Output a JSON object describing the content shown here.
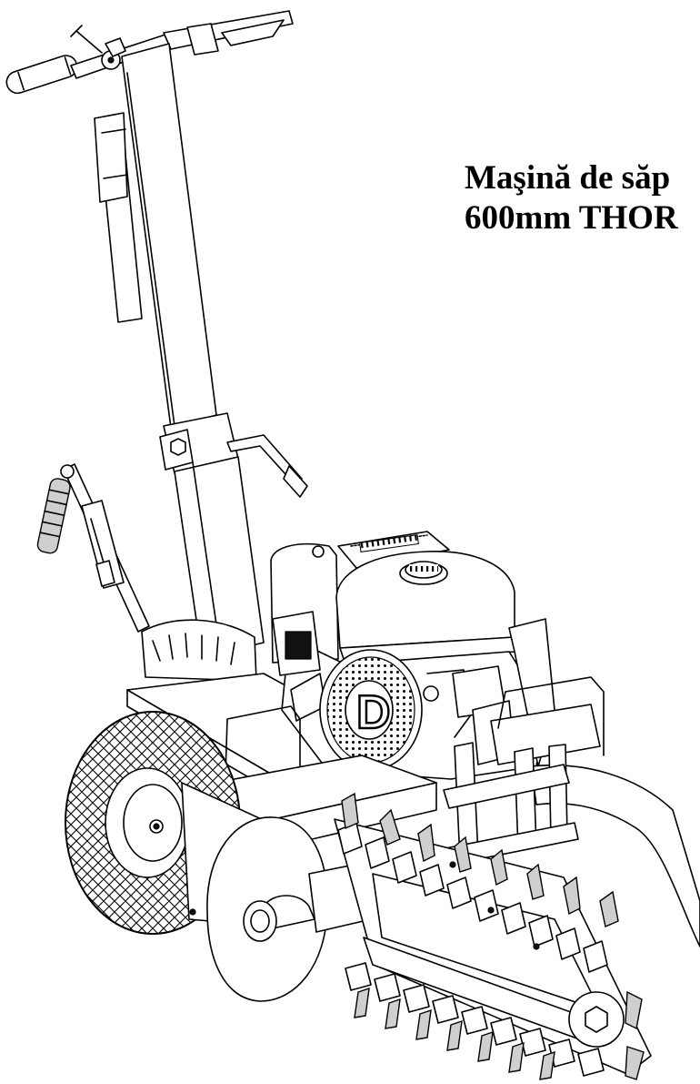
{
  "document": {
    "title_lines": [
      "Maşină de săp",
      "600mm THOR"
    ]
  },
  "illustration": {
    "subject": "trencher-machine-line-drawing",
    "brand_mark": "D"
  }
}
